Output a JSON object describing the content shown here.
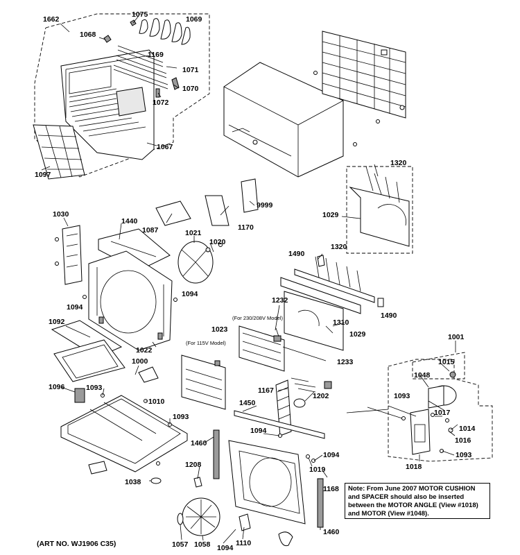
{
  "diagram": {
    "part_numbers": {
      "p1662": "1662",
      "p1075": "1075",
      "p1069": "1069",
      "p1068": "1068",
      "p1169": "1169",
      "p1071": "1071",
      "p1070": "1070",
      "p1072": "1072",
      "p1067": "1067",
      "p1097": "1097",
      "p1320a": "1320",
      "p1029a": "1029",
      "p9999": "9999",
      "p1030": "1030",
      "p1440": "1440",
      "p1087": "1087",
      "p1170": "1170",
      "p1021": "1021",
      "p1020": "1020",
      "p1490a": "1490",
      "p1320b": "1320",
      "p1094a": "1094",
      "p1094b": "1094",
      "p1232": "1232",
      "p1310": "1310",
      "p1490b": "1490",
      "p1023": "1023",
      "p1029b": "1029",
      "p1092": "1092",
      "p1022": "1022",
      "p1233": "1233",
      "p1001": "1001",
      "p1000": "1000",
      "p1015": "1015",
      "p1048": "1048",
      "p1096": "1096",
      "p1093a": "1093",
      "p1167": "1167",
      "p1202": "1202",
      "p1010": "1010",
      "p1450": "1450",
      "p1093b": "1093",
      "p1017": "1017",
      "p1014": "1014",
      "p1093c": "1093",
      "p1094c": "1094",
      "p1016": "1016",
      "p1460a": "1460",
      "p1093d": "1093",
      "p1018": "1018",
      "p1094d": "1094",
      "p1208": "1208",
      "p1019": "1019",
      "p1038": "1038",
      "p1168": "1168",
      "p1057": "1057",
      "p1058": "1058",
      "p1094e": "1094",
      "p1110": "1110",
      "p1460b": "1460"
    },
    "model_notes": {
      "model_230": "(For 230/208V Model)",
      "model_115": "(For 115V Model)"
    }
  },
  "note_text": "Note: From June 2007 MOTOR CUSHION and SPACER should also be inserted between the MOTOR ANGLE (View #1018) and MOTOR (View #1048).",
  "art_number": "(ART NO. WJ1906 C35)"
}
